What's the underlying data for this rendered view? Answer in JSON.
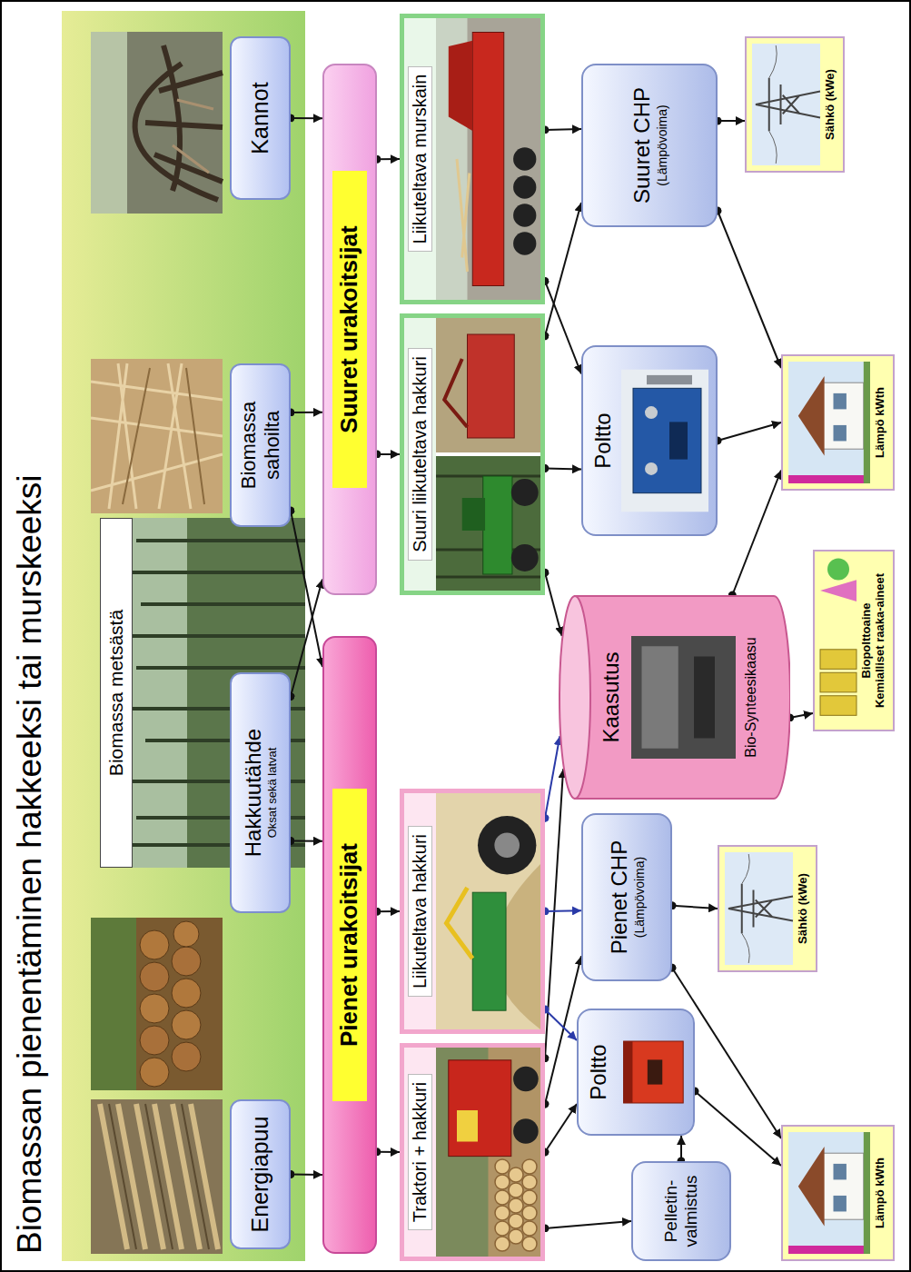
{
  "diagram": {
    "title": "Biomassan pienentäminen hakkeeksi tai murskeeksi",
    "nodes": [
      {
        "text": [
          "Energiapuu"
        ]
      },
      {
        "text": [
          "Hakkuutähde",
          "Oksat sekä latvat"
        ]
      },
      {
        "text": [
          "Biomassa metsästä"
        ]
      },
      {
        "text": [
          "Biomassa sahoilta"
        ]
      },
      {
        "text": [
          "Kannot"
        ]
      },
      {
        "text": [
          "Pienet urakoitsijat"
        ]
      },
      {
        "text": [
          "Suuret urakoitsijat"
        ]
      },
      {
        "text": [
          "Traktori + hakkuri"
        ]
      },
      {
        "text": [
          "Liikuteltava hakkuri"
        ]
      },
      {
        "text": [
          "Suuri liikuteltava hakkuri"
        ]
      },
      {
        "text": [
          "Liikuteltava murskain"
        ]
      },
      {
        "text": [
          "Pelletin- valmistus"
        ]
      },
      {
        "text": [
          "Poltto"
        ]
      },
      {
        "text": [
          "Pienet CHP",
          "(Lämpövoima)"
        ]
      },
      {
        "text": [
          "Kaasutus",
          "Bio-Synteesikaasu"
        ]
      },
      {
        "text": [
          "Poltto"
        ]
      },
      {
        "text": [
          "Suuret CHP",
          "(Lämpövoima)"
        ]
      },
      {
        "text": [
          "Lämpö kWth"
        ]
      },
      {
        "text": [
          "Sähkö (kWe)"
        ]
      },
      {
        "text": [
          "Biopolttoaine",
          "Kemialliset raaka-aineet"
        ]
      },
      {
        "text": [
          "Lämpö kWth"
        ]
      },
      {
        "text": [
          "Sähkö (kWe)"
        ]
      }
    ],
    "edges": [
      {
        "from": 0,
        "to": 5,
        "arrow": "to"
      },
      {
        "from": 1,
        "to": 5,
        "arrow": "to"
      },
      {
        "from": 1,
        "to": 6,
        "arrow": "to"
      },
      {
        "from": 3,
        "to": 6,
        "arrow": "to"
      },
      {
        "from": 3,
        "to": 5,
        "arrow": "to"
      },
      {
        "from": 4,
        "to": 6,
        "arrow": "to"
      },
      {
        "from": 5,
        "to": 7,
        "arrow": "to"
      },
      {
        "from": 5,
        "to": 8,
        "arrow": "to"
      },
      {
        "from": 6,
        "to": 9,
        "arrow": "to"
      },
      {
        "from": 6,
        "to": 10,
        "arrow": "to"
      },
      {
        "from": 7,
        "to": 11,
        "arrow": "to"
      },
      {
        "from": 7,
        "to": 12,
        "arrow": "to"
      },
      {
        "from": 7,
        "to": 13,
        "arrow": "to"
      },
      {
        "from": 7,
        "to": 14,
        "arrow": "to"
      },
      {
        "from": 8,
        "to": 12,
        "arrow": "to"
      },
      {
        "from": 8,
        "to": 13,
        "arrow": "to"
      },
      {
        "from": 8,
        "to": 14,
        "arrow": "to"
      },
      {
        "from": 9,
        "to": 14,
        "arrow": "to"
      },
      {
        "from": 9,
        "to": 15,
        "arrow": "to"
      },
      {
        "from": 9,
        "to": 16,
        "arrow": "to"
      },
      {
        "from": 10,
        "to": 15,
        "arrow": "to"
      },
      {
        "from": 10,
        "to": 16,
        "arrow": "to"
      },
      {
        "from": 11,
        "to": 12,
        "arrow": "to"
      },
      {
        "from": 12,
        "to": 17,
        "arrow": "to"
      },
      {
        "from": 13,
        "to": 18,
        "arrow": "to"
      },
      {
        "from": 13,
        "to": 17,
        "arrow": "to"
      },
      {
        "from": 14,
        "to": 19,
        "arrow": "to"
      },
      {
        "from": 14,
        "to": 20,
        "arrow": "to"
      },
      {
        "from": 15,
        "to": 20,
        "arrow": "to"
      },
      {
        "from": 16,
        "to": 21,
        "arrow": "to"
      },
      {
        "from": 16,
        "to": 20,
        "arrow": "to"
      }
    ]
  }
}
